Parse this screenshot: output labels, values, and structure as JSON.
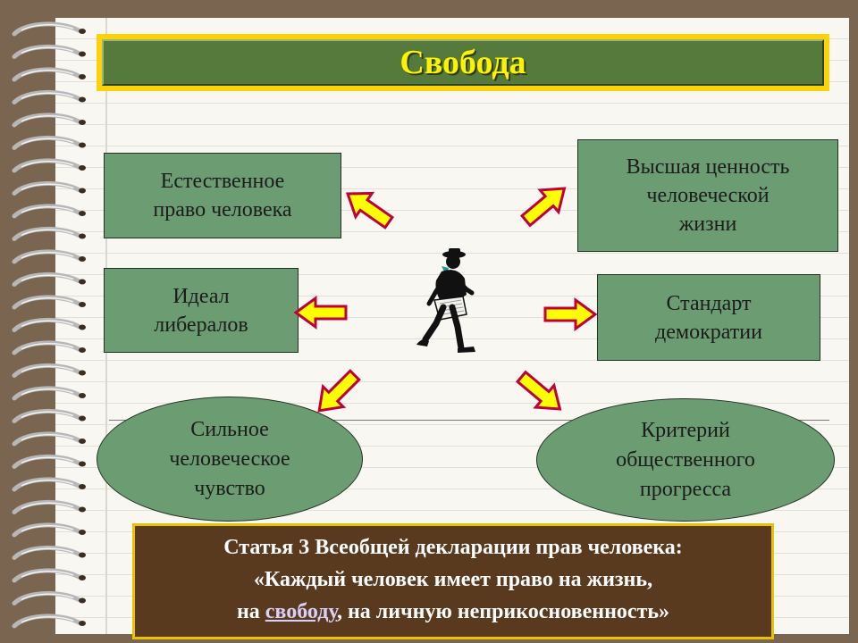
{
  "title": "Свобода",
  "boxes": {
    "natural_right": "Естественное\nправо человека",
    "highest_value": "Высшая ценность\nчеловеческой\nжизни",
    "liberal_ideal": "Идеал\nлибералов",
    "democracy_standard": "Стандарт\nдемократии"
  },
  "ellipses": {
    "strong_feeling": "Сильное\nчеловеческое\nчувство",
    "progress_criterion": "Критерий\nобщественного\nпрогресса"
  },
  "quote": {
    "line1": "Статья 3 Всеобщей декларации прав человека:",
    "line2": "«Каждый человек имеет право на жизнь,",
    "line3_pre": "на ",
    "line3_highlight": "свободу",
    "line3_post": ", на личную неприкосновенность»"
  },
  "colors": {
    "slide_bg": "#7a6650",
    "paper": "#f8f7f2",
    "title_frame": "#fcd20a",
    "title_bg": "#567a3c",
    "title_text": "#fff200",
    "box_fill": "#6c9c72",
    "arrow_fill": "#ffff00",
    "arrow_stroke": "#c0003a",
    "quote_bg": "#5a3a1e"
  },
  "icons": {
    "center": "walking-man-icon",
    "binding": "spiral-binding-icon",
    "arrows": "block-arrow-icon"
  }
}
